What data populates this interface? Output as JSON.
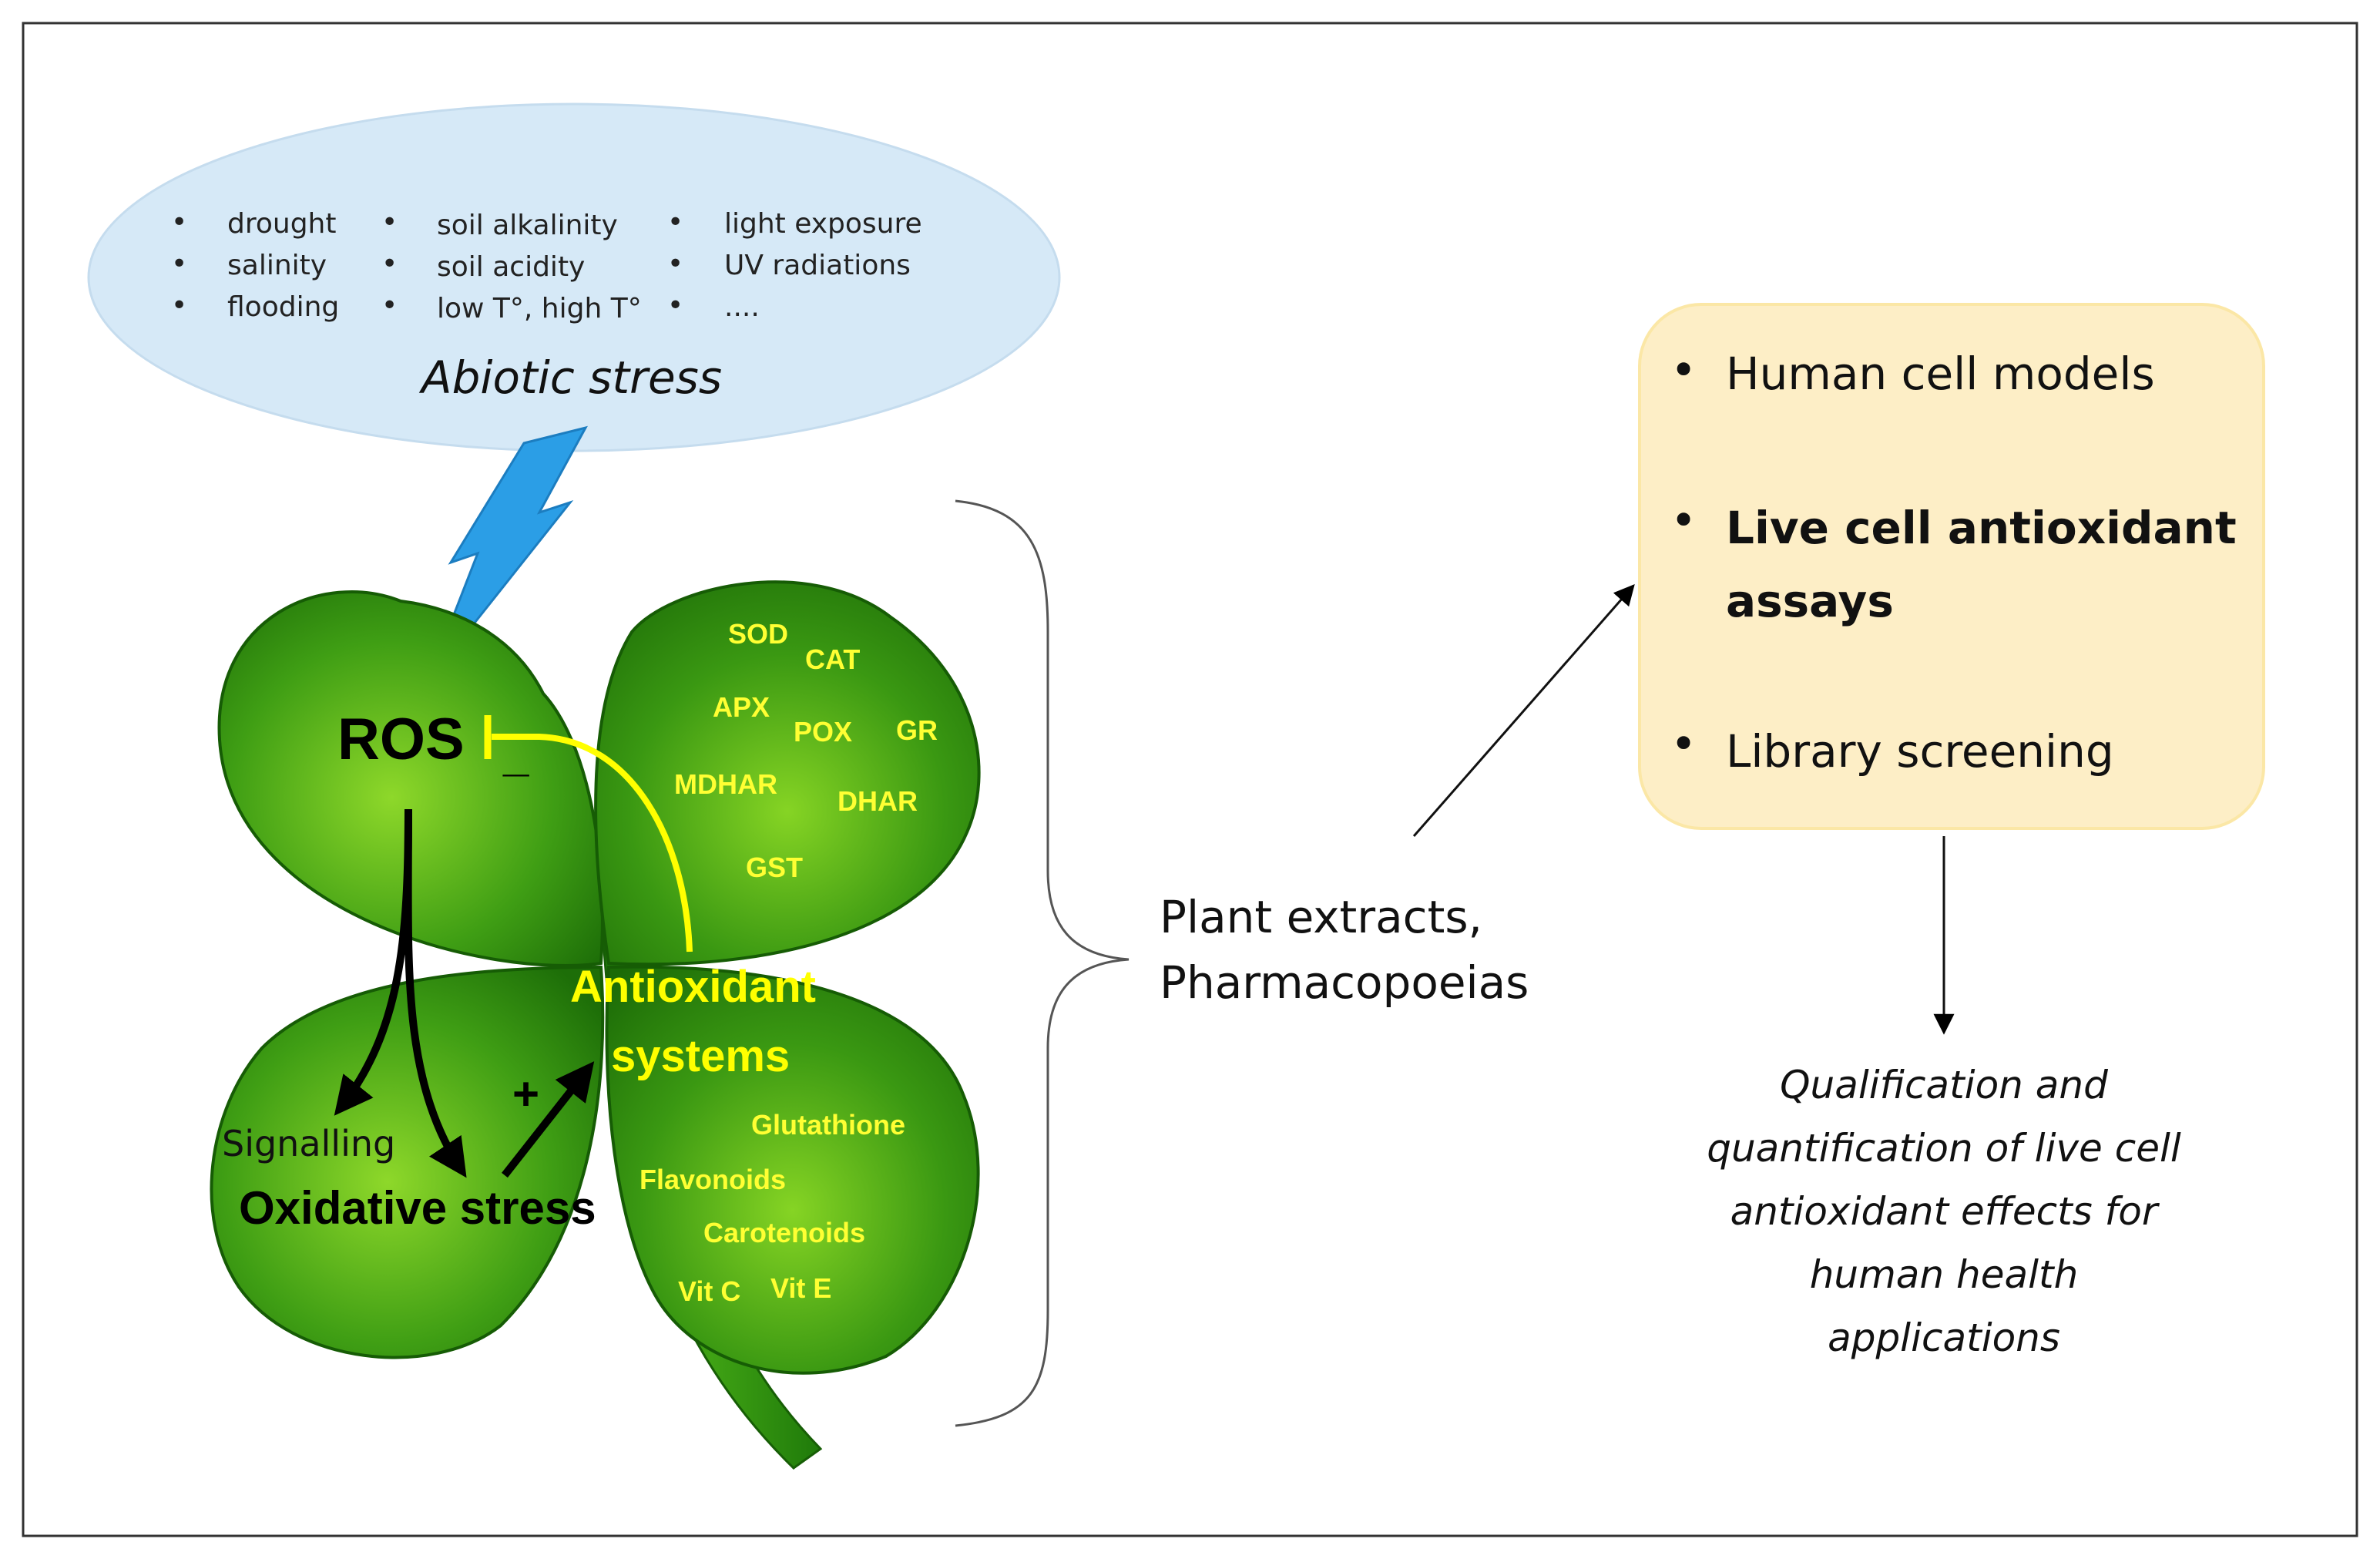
{
  "abiotic_stress": {
    "title": "Abiotic stress",
    "col1": [
      "drought",
      "salinity",
      "flooding"
    ],
    "col2": [
      "soil alkalinity",
      "soil acidity",
      "low T°, high T°"
    ],
    "col3": [
      "light exposure",
      "UV radiations",
      "...."
    ]
  },
  "ros": {
    "label": "ROS",
    "minus": "_"
  },
  "enzymes": [
    "SOD",
    "CAT",
    "APX",
    "POX",
    "GR",
    "MDHAR",
    "DHAR",
    "GST"
  ],
  "antioxidant": {
    "title_line1": "Antioxidant",
    "title_line2": "systems",
    "plus": "+"
  },
  "compounds": [
    "Glutathione",
    "Flavonoids",
    "Carotenoids",
    "Vit C",
    "Vit E"
  ],
  "signalling": "Signalling",
  "oxidative_stress": "Oxidative stress",
  "plant_extracts": {
    "line1": "Plant extracts,",
    "line2": "Pharmacopoeias"
  },
  "assays_box": {
    "item1": "Human cell models",
    "item2_line1": "Live cell antioxidant",
    "item2_line2": "assays",
    "item3": "Library screening",
    "bullet": "•"
  },
  "outcome": [
    "Qualification and",
    "quantification of  live cell",
    "antioxidant effects for",
    "human health",
    "applications"
  ],
  "colors": {
    "leaf_dark": "#1f7a0a",
    "leaf_light": "#7ccc1f",
    "cloud": "#d6e9f7",
    "bolt": "#2b9ee6",
    "box_fill": "#fdeec6",
    "accent_yellow": "#ffff00"
  }
}
